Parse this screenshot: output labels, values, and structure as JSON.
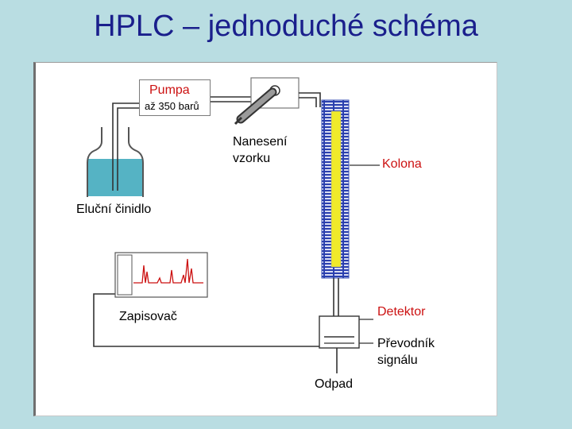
{
  "slide": {
    "title": "HPLC – jednoduché schéma"
  },
  "labels": {
    "pump": "Pumpa",
    "pump_pressure": "až 350 barů",
    "injection_line1": "Nanesení",
    "injection_line2": "vzorku",
    "column": "Kolona",
    "eluent": "Eluční činidlo",
    "recorder": "Zapisovač",
    "detector": "Detektor",
    "converter_line1": "Převodník",
    "converter_line2": "signálu",
    "waste": "Odpad"
  },
  "colors": {
    "background": "#b9dde2",
    "title": "#1a1f8c",
    "accent_red": "#cc1111",
    "liquid": "#55b3c4",
    "column_fill": "#f0ea2a",
    "column_border": "#3a4fb5"
  }
}
